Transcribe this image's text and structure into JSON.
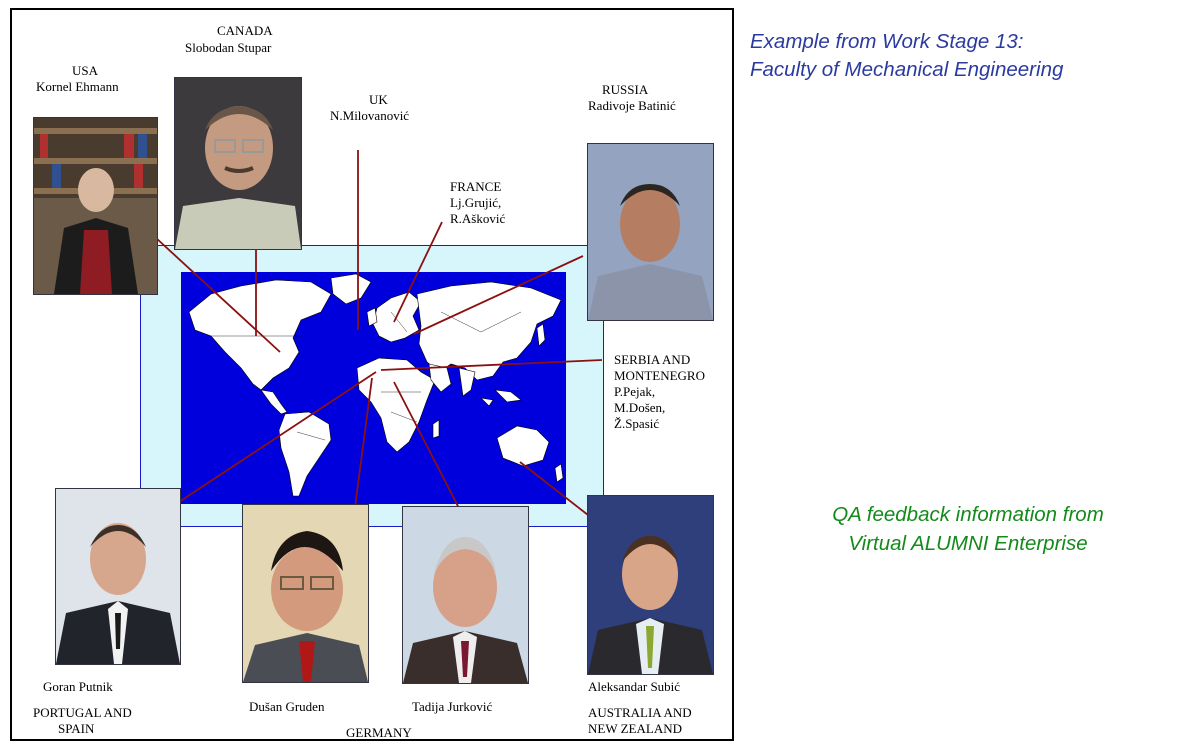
{
  "title": {
    "line1": "Example from Work Stage 13:",
    "line2": "Faculty of Mechanical Engineering"
  },
  "qa": {
    "line1": "QA feedback information from",
    "line2": "Virtual ALUMNI Enterprise"
  },
  "labels": {
    "usa_country": "USA",
    "usa_name": "Kornel Ehmann",
    "canada_country": "CANADA",
    "canada_name": "Slobodan Stupar",
    "uk_country": "UK",
    "uk_name": "N.Milovanović",
    "france_country": "FRANCE",
    "france_name1": "Lj.Grujić,",
    "france_name2": "R.Ašković",
    "russia_country": "RUSSIA",
    "russia_name": "Radivoje Batinić",
    "serbia_line1": "SERBIA AND",
    "serbia_line2": "MONTENEGRO",
    "serbia_name1": "P.Pejak,",
    "serbia_name2": "M.Došen,",
    "serbia_name3": "Ž.Spasić",
    "portugal_name": "Goran Putnik",
    "portugal_country1": "PORTUGAL AND",
    "portugal_country2": "SPAIN",
    "germany_name1": "Dušan Gruden",
    "germany_name2": "Tadija Jurković",
    "germany_country": "GERMANY",
    "australia_name": "Aleksandar Subić",
    "australia_country1": "AUSTRALIA AND",
    "australia_country2": "NEW ZEALAND"
  },
  "colors": {
    "title": "#2b3aa0",
    "qa": "#138a1a",
    "ocean": "#0000dd",
    "connector": "#8b1010",
    "panel": "#d6f6fb"
  }
}
